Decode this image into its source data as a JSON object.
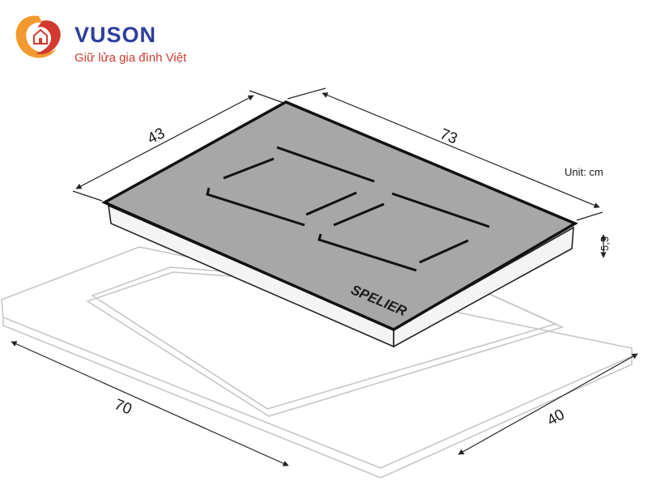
{
  "logo": {
    "name": "VUSON",
    "tagline": "Giữ lửa gia đình Việt",
    "colors": {
      "primary": "#2c3e9c",
      "accent": "#d23a2f",
      "orange": "#f29a2e"
    }
  },
  "diagram": {
    "unit_label": "Unit: cm",
    "hob_brand": "SPELIER",
    "dimensions": {
      "top_width": "43",
      "top_length": "73",
      "thickness": "5,5",
      "cutout_length": "70",
      "cutout_width": "40"
    },
    "colors": {
      "glass": "#a7a7a7",
      "outline": "#222222",
      "light_line": "#c8c8c8"
    }
  }
}
